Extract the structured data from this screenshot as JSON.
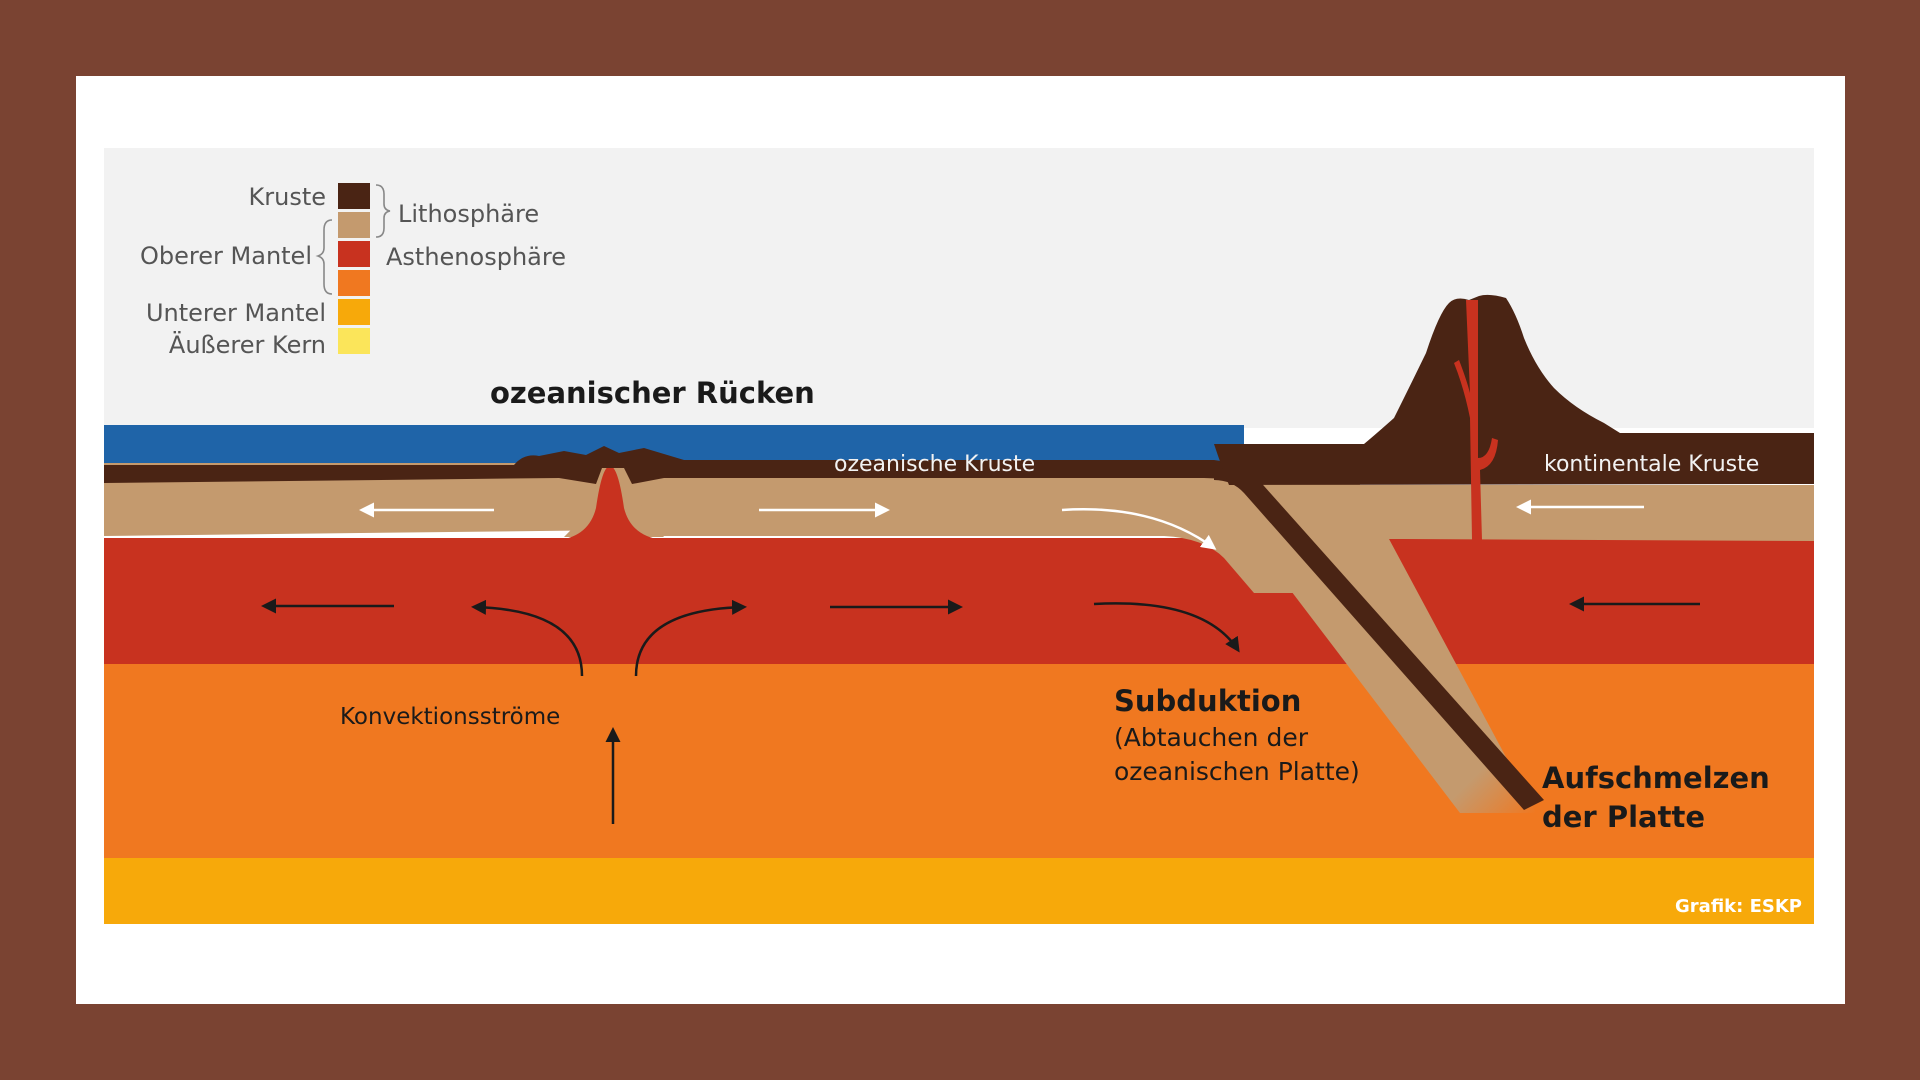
{
  "colors": {
    "frame": "#7a4332",
    "sky": "#f2f2f2",
    "ocean": "#1f64a8",
    "crust": "#4a2414",
    "lithosphere_mantle": "#c49a6e",
    "asthenosphere": "#c8321f",
    "lower_mantle_top": "#f07820",
    "lower_mantle": "#f7a90a",
    "outer_core": "#fbe55a"
  },
  "legend": {
    "crust": "Kruste",
    "upper_mantle": "Oberer Mantel",
    "lower_mantle": "Unterer Mantel",
    "outer_core": "Äußerer Kern",
    "lithosphere": "Lithosphäre",
    "asthenosphere": "Asthenosphäre"
  },
  "labels": {
    "ridge": "ozeanischer Rücken",
    "oceanic_crust": "ozeanische Kruste",
    "continental_crust": "kontinentale Kruste",
    "convection": "Konvektionsströme",
    "subduction_title": "Subduktion",
    "subduction_line1": "(Abtauchen der",
    "subduction_line2": "ozeanischen Platte)",
    "melting_line1": "Aufschmelzen",
    "melting_line2": "der Platte",
    "credit": "Grafik: ESKP"
  }
}
